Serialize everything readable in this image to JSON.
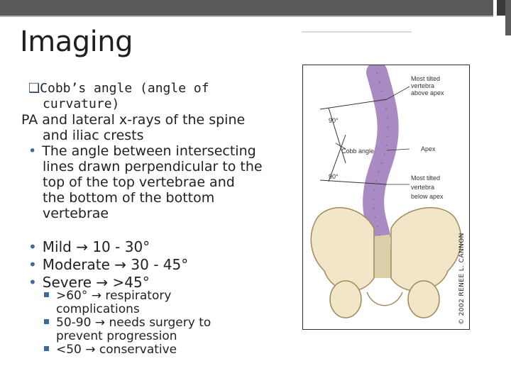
{
  "title": "Imaging",
  "section": {
    "lead": "Cobb’s angle (angle of",
    "lead2": "curvature)",
    "line1": "PA and lateral x-rays of the spine",
    "line2": "and iliac crests",
    "bullet": "The angle between intersecting",
    "b2": "lines drawn perpendicular to the",
    "b3": "top of the top vertebrae and",
    "b4": "the bottom of the bottom",
    "b5": "vertebrae"
  },
  "severity": [
    "Mild → 10 - 30°",
    "Moderate → 30 - 45°",
    "Severe → >45°"
  ],
  "sub": [
    ">60° → respiratory",
    "complications",
    "50-90 → needs surgery to",
    "prevent progression",
    "<50 → conservative"
  ],
  "figure": {
    "label_top": "Most tilted",
    "label_top2": "vertebra",
    "label_top3": "above apex",
    "label_cobb": "Cobb angle",
    "label_apex": "Apex",
    "label_bot": "Most tilted",
    "label_bot2": "vertebra",
    "label_bot3": "below apex",
    "angle1": "90°",
    "angle2": "90°",
    "credit": "© 2002 RENEE L. CANNON"
  }
}
